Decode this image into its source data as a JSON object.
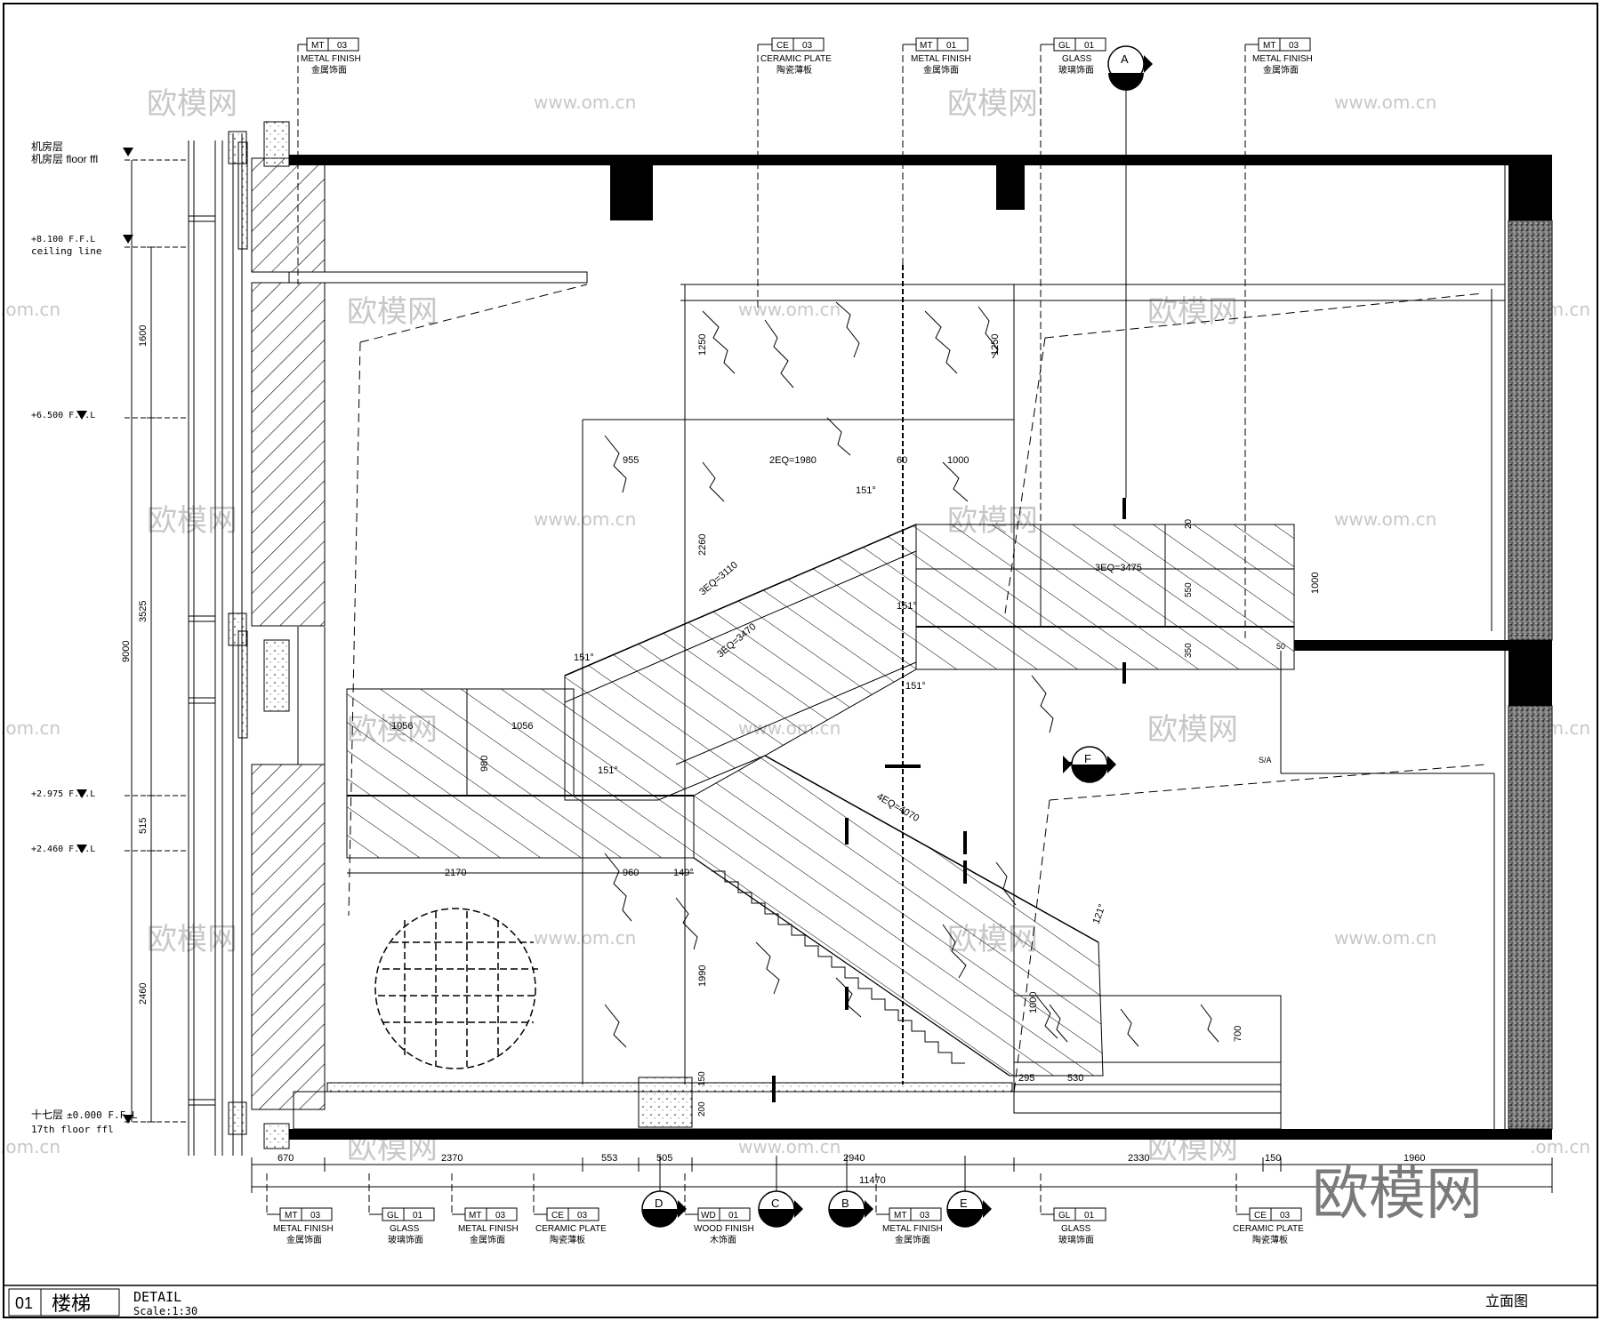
{
  "title_block": {
    "number": "01",
    "name": "楼梯",
    "detail": "DETAIL",
    "scale": "Scale:1:30",
    "view": "立面图"
  },
  "levels": [
    {
      "zh": "机房层",
      "en": "机房层 floor ffl"
    },
    {
      "en": "+8.100 F.F.L",
      "note": "ceiling line"
    },
    {
      "en": "+6.500 F.F.L"
    },
    {
      "en": "+2.975 F.F.L"
    },
    {
      "en": "+2.460 F.F.L"
    },
    {
      "zh": "十七层",
      "en": "±0.000 F.F.L",
      "note": "17th floor ffl"
    }
  ],
  "vertical_dims": {
    "total": "9000",
    "segments": [
      "1600",
      "3525",
      "515",
      "2460"
    ]
  },
  "horizontal_dims": {
    "segments": [
      "670",
      "2370",
      "553",
      "505",
      "2940",
      "2330",
      "150",
      "1960"
    ],
    "total": "11470"
  },
  "top_callouts": [
    {
      "code": "MT",
      "num": "03",
      "en": "METAL FINISH",
      "zh": "金属饰面"
    },
    {
      "code": "CE",
      "num": "03",
      "en": "CERAMIC PLATE",
      "zh": "陶瓷薄板"
    },
    {
      "code": "MT",
      "num": "01",
      "en": "METAL FINISH",
      "zh": "金属饰面"
    },
    {
      "code": "GL",
      "num": "01",
      "en": "GLASS",
      "zh": "玻璃饰面"
    },
    {
      "code": "MT",
      "num": "03",
      "en": "METAL FINISH",
      "zh": "金属饰面"
    }
  ],
  "bottom_callouts": [
    {
      "code": "MT",
      "num": "03",
      "en": "METAL FINISH",
      "zh": "金属饰面"
    },
    {
      "code": "GL",
      "num": "01",
      "en": "GLASS",
      "zh": "玻璃饰面"
    },
    {
      "code": "MT",
      "num": "03",
      "en": "METAL FINISH",
      "zh": "金属饰面"
    },
    {
      "code": "CE",
      "num": "03",
      "en": "CERAMIC PLATE",
      "zh": "陶瓷薄板"
    },
    {
      "code": "WD",
      "num": "01",
      "en": "WOOD FINISH",
      "zh": "木饰面"
    },
    {
      "code": "MT",
      "num": "03",
      "en": "METAL FINISH",
      "zh": "金属饰面"
    },
    {
      "code": "GL",
      "num": "01",
      "en": "GLASS",
      "zh": "玻璃饰面"
    },
    {
      "code": "CE",
      "num": "03",
      "en": "CERAMIC PLATE",
      "zh": "陶瓷薄板"
    }
  ],
  "section_markers": [
    "A",
    "D",
    "C",
    "B",
    "E",
    "F"
  ],
  "interior_dims": {
    "d955": "955",
    "d2eq1980": "2EQ=1980",
    "d60": "60",
    "d1000": "1000",
    "d1250a": "1250",
    "d1250b": "1250",
    "d2260": "2260",
    "d3eq3110": "3EQ=3110",
    "d3eq3470": "3EQ=3470",
    "d3eq3475": "3EQ=3475",
    "d1056a": "1056",
    "d1056b": "1056",
    "d980": "980",
    "d2170": "2170",
    "d960": "960",
    "d4eq4070": "4EQ=4070",
    "d1990": "1990",
    "d1000b": "1000",
    "d1000c": "1000",
    "d700": "700",
    "d295": "295",
    "d530": "530",
    "d150": "150",
    "d200": "200",
    "d550": "550",
    "d350": "350",
    "d50": "50",
    "d20": "20",
    "a151": "151°",
    "a149": "149°",
    "a121": "121°",
    "sa": "S/A"
  },
  "watermarks": {
    "logo": "欧模网",
    "url": "www.om.cn",
    "short": ".om.cn"
  }
}
